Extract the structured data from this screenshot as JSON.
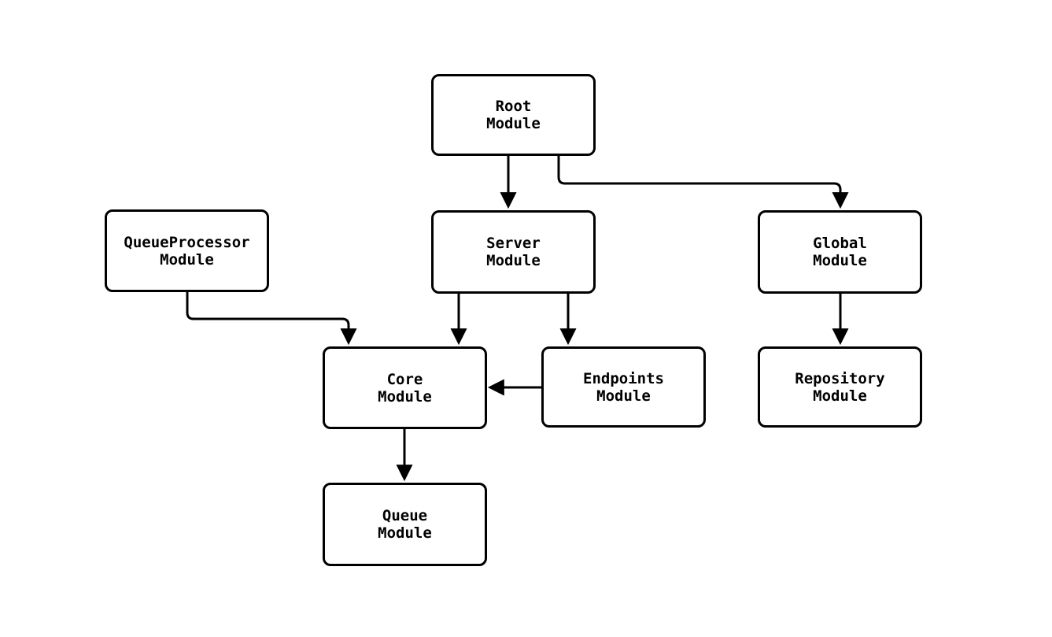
{
  "diagram": {
    "type": "flowchart",
    "direction": "top-down",
    "background_color": "#ffffff",
    "node_border_color": "#000000",
    "node_fill_color": "#ffffff",
    "edge_color": "#000000",
    "text_color": "#000000",
    "nodes": [
      {
        "id": "root",
        "label": "Root\nModule"
      },
      {
        "id": "queue_processor",
        "label": "QueueProcessor\nModule"
      },
      {
        "id": "server",
        "label": "Server\nModule"
      },
      {
        "id": "global",
        "label": "Global\nModule"
      },
      {
        "id": "core",
        "label": "Core\nModule"
      },
      {
        "id": "endpoints",
        "label": "Endpoints\nModule"
      },
      {
        "id": "repository",
        "label": "Repository\nModule"
      },
      {
        "id": "queue",
        "label": "Queue\nModule"
      }
    ],
    "edges": [
      {
        "from": "root",
        "to": "server",
        "arrow": "filled-triangle"
      },
      {
        "from": "root",
        "to": "global",
        "arrow": "filled-triangle"
      },
      {
        "from": "queue_processor",
        "to": "core",
        "arrow": "filled-triangle"
      },
      {
        "from": "server",
        "to": "core",
        "arrow": "filled-triangle"
      },
      {
        "from": "server",
        "to": "endpoints",
        "arrow": "filled-triangle"
      },
      {
        "from": "endpoints",
        "to": "core",
        "arrow": "filled-triangle"
      },
      {
        "from": "global",
        "to": "repository",
        "arrow": "filled-triangle"
      },
      {
        "from": "core",
        "to": "queue",
        "arrow": "filled-triangle"
      }
    ]
  }
}
